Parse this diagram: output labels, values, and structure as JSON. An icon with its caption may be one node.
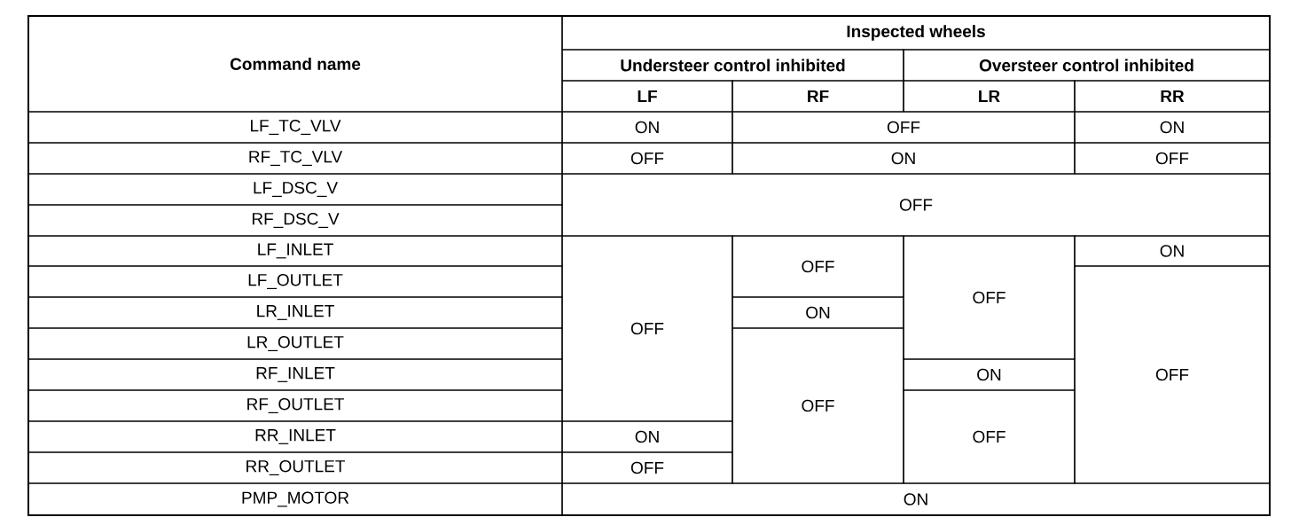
{
  "diagram": {
    "labels": [
      "Command name",
      "Inspected wheels",
      "Understeer control inhibited",
      "Oversteer control inhibited",
      "LF",
      "RF",
      "LR",
      "RR",
      "LF_TC_VLV",
      "ON",
      "OFF",
      "ON",
      "RF_TC_VLV",
      "OFF",
      "ON",
      "OFF",
      "LF_DSC_V",
      "OFF",
      "RF_DSC_V",
      "LF_INLET",
      "OFF",
      "OFF",
      "OFF",
      "ON",
      "LF_OUTLET",
      "OFF",
      "LR_INLET",
      "ON",
      "LR_OUTLET",
      "OFF",
      "RF_INLET",
      "ON",
      "RF_OUTLET",
      "RR_INLET",
      "ON",
      "OFF",
      "RR_OUTLET",
      "OFF",
      "PMP_MOTOR",
      "ON"
    ]
  }
}
